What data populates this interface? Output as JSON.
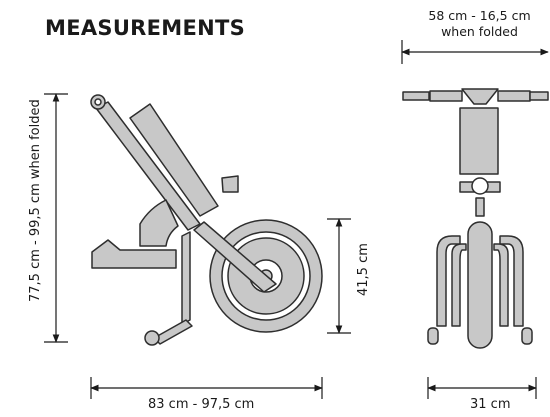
{
  "title": "MEASUREMENTS",
  "dimensions": {
    "top_width": {
      "line1": "58 cm - 16,5 cm",
      "line2": "when folded"
    },
    "height": "77,5 cm - 99,5 cm when folded",
    "length": "83 cm - 97,5 cm",
    "wheel_height": "41,5 cm",
    "front_width": "31 cm"
  },
  "colors": {
    "part_fill": "#c8c8c8",
    "part_stroke": "#2e2e2e",
    "dim_line": "#1a1a1a"
  }
}
